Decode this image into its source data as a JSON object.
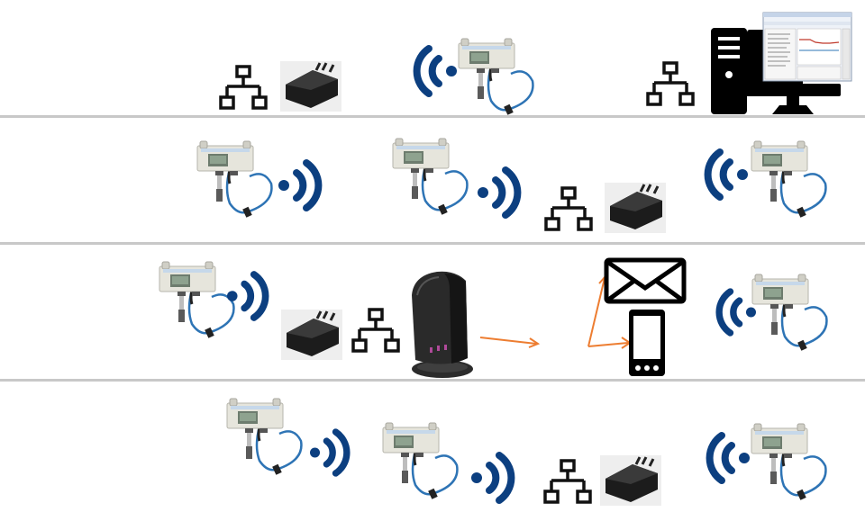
{
  "diagram": {
    "colors": {
      "wifi": "#0c3f80",
      "cable": "#2e74b5",
      "arrow": "#ed7d31",
      "divider": "#c8c8c8",
      "device_body": "#e6e5dc",
      "device_screen": "#6d7c6e",
      "hub": "#1c1c1c"
    },
    "icons": [
      "sensor-logger-device",
      "wifi-signal-icon",
      "network-icon",
      "gateway-hub",
      "desktop-computer",
      "monitoring-software-window",
      "router",
      "email-envelope-icon",
      "smartphone-icon",
      "alert-arrow"
    ]
  }
}
